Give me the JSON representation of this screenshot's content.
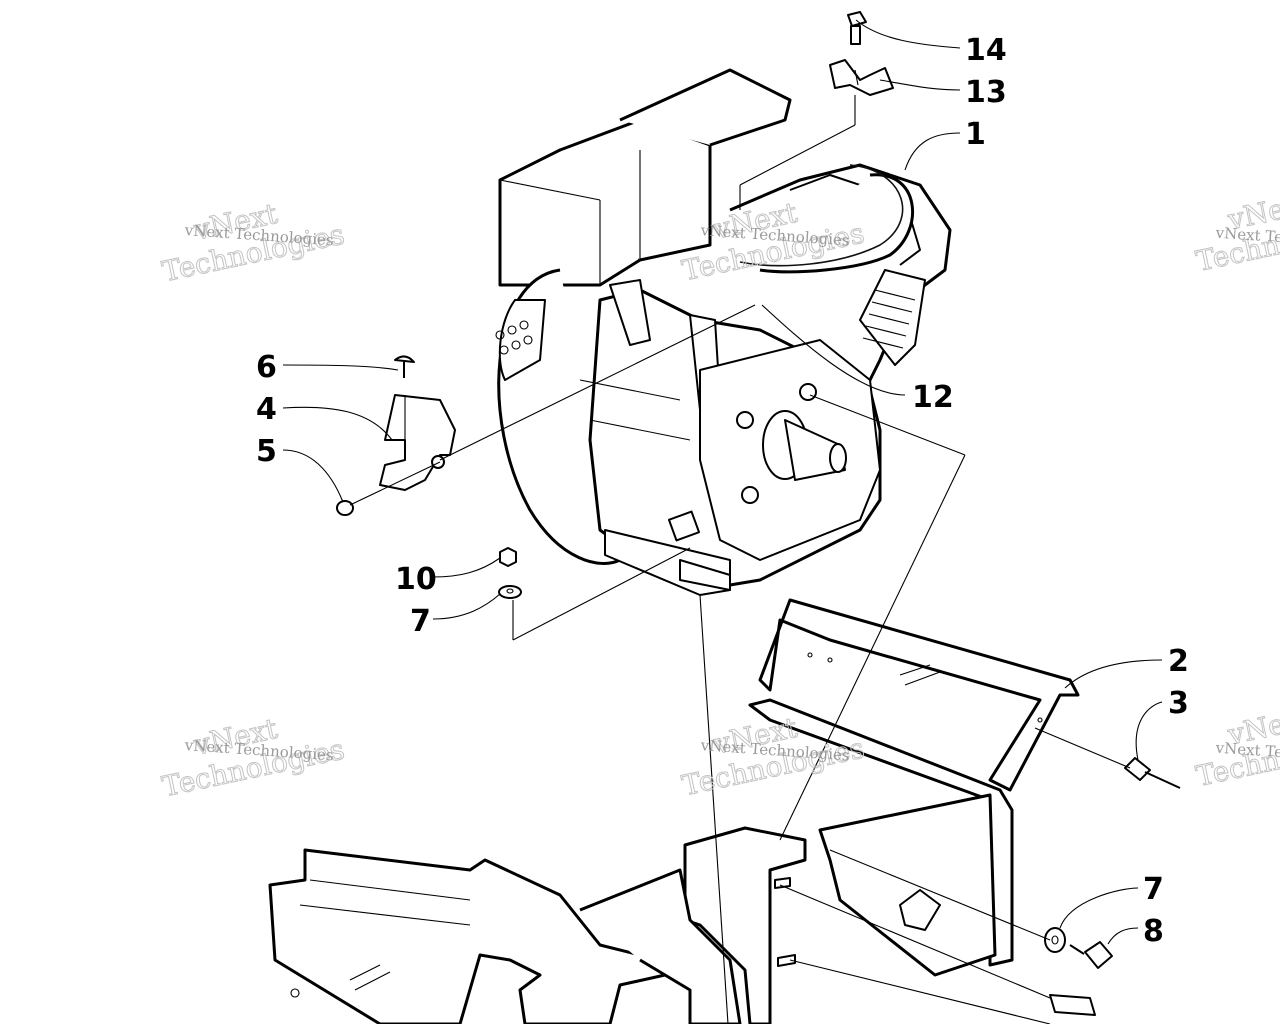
{
  "callouts": {
    "c14": "14",
    "c13": "13",
    "c1": "1",
    "c12": "12",
    "c6": "6",
    "c4": "4",
    "c5": "5",
    "c10": "10",
    "c7a": "7",
    "c2": "2",
    "c3": "3",
    "c7b": "7",
    "c8": "8"
  },
  "watermark": {
    "line1": "vNext",
    "line2": "Technologies",
    "full": "vNext Technologies"
  }
}
